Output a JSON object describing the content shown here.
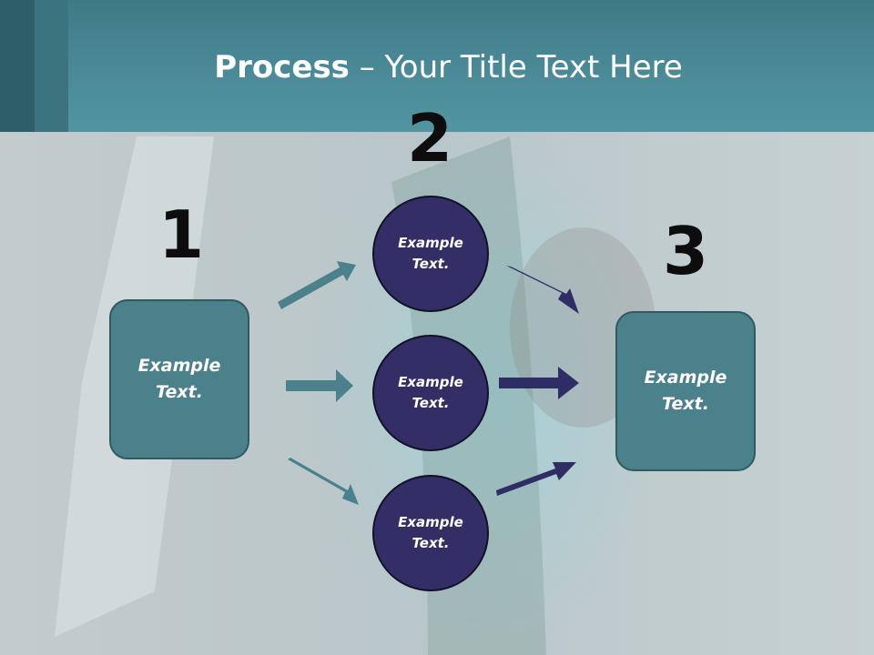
{
  "title": {
    "bold": "Process",
    "rest": " – Your Title Text Here"
  },
  "steps": {
    "n1": "1",
    "n2": "2",
    "n3": "3"
  },
  "nodes": {
    "left": "Example Text.",
    "mid_top": "Example Text.",
    "mid_middle": "Example Text.",
    "mid_bottom": "Example Text.",
    "right": "Example Text."
  },
  "colors": {
    "header": "#4b8c98",
    "box_fill": "#4a818a",
    "circle_fill": "#332f66",
    "teal_arrow": "#4a818a",
    "navy_arrow": "#2e2d66"
  }
}
